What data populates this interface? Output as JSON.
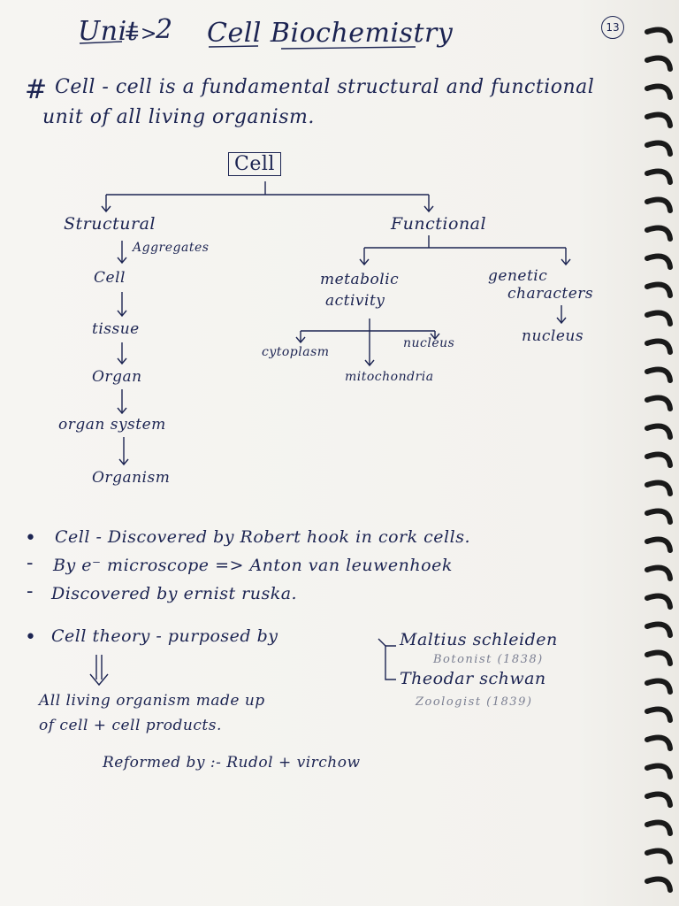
{
  "header": {
    "unit": "Unit",
    "arrow": "=>",
    "unit_number": "2",
    "title": "Cell Biochemistry",
    "page_number": "13"
  },
  "definition": {
    "hash": "#",
    "line1": "Cell - cell is a fundamental structural and functional",
    "line2": "unit of all living organism."
  },
  "tree": {
    "root": "Cell",
    "structural": {
      "label": "Structural",
      "aggregates_note": "Aggregates",
      "chain": [
        "Cell",
        "tissue",
        "Organ",
        "organ system",
        "Organism"
      ]
    },
    "functional": {
      "label": "Functional",
      "metabolic_line1": "metabolic",
      "metabolic_line2": "activity",
      "genetic_line1": "genetic",
      "genetic_line2": "characters",
      "metabolic_children": [
        "cytoplasm",
        "nucleus",
        "mitochondria"
      ],
      "genetic_child": "nucleus"
    }
  },
  "bullets": {
    "b1_mark": "•",
    "b1": "Cell - Discovered by Robert hook in cork cells.",
    "b2_mark": "-",
    "b2": "By e⁻ microscope => Anton van leuwenhoek",
    "b3_mark": "-",
    "b3": "Discovered by ernist ruska."
  },
  "theory": {
    "mark": "•",
    "label": "Cell theory - purposed by",
    "person1": "Maltius schleiden",
    "person1_note": "Botonist (1838)",
    "person2": "Theodar schwan",
    "person2_note": "Zoologist (1839)",
    "result_line1": "All living organism made up",
    "result_line2": "of cell + cell products.",
    "reformed": "Reformed by :- Rudol + virchow"
  },
  "colors": {
    "ink": "#1c2452",
    "paper": "#f4f3f0",
    "spiral": "#1a1a1a"
  }
}
